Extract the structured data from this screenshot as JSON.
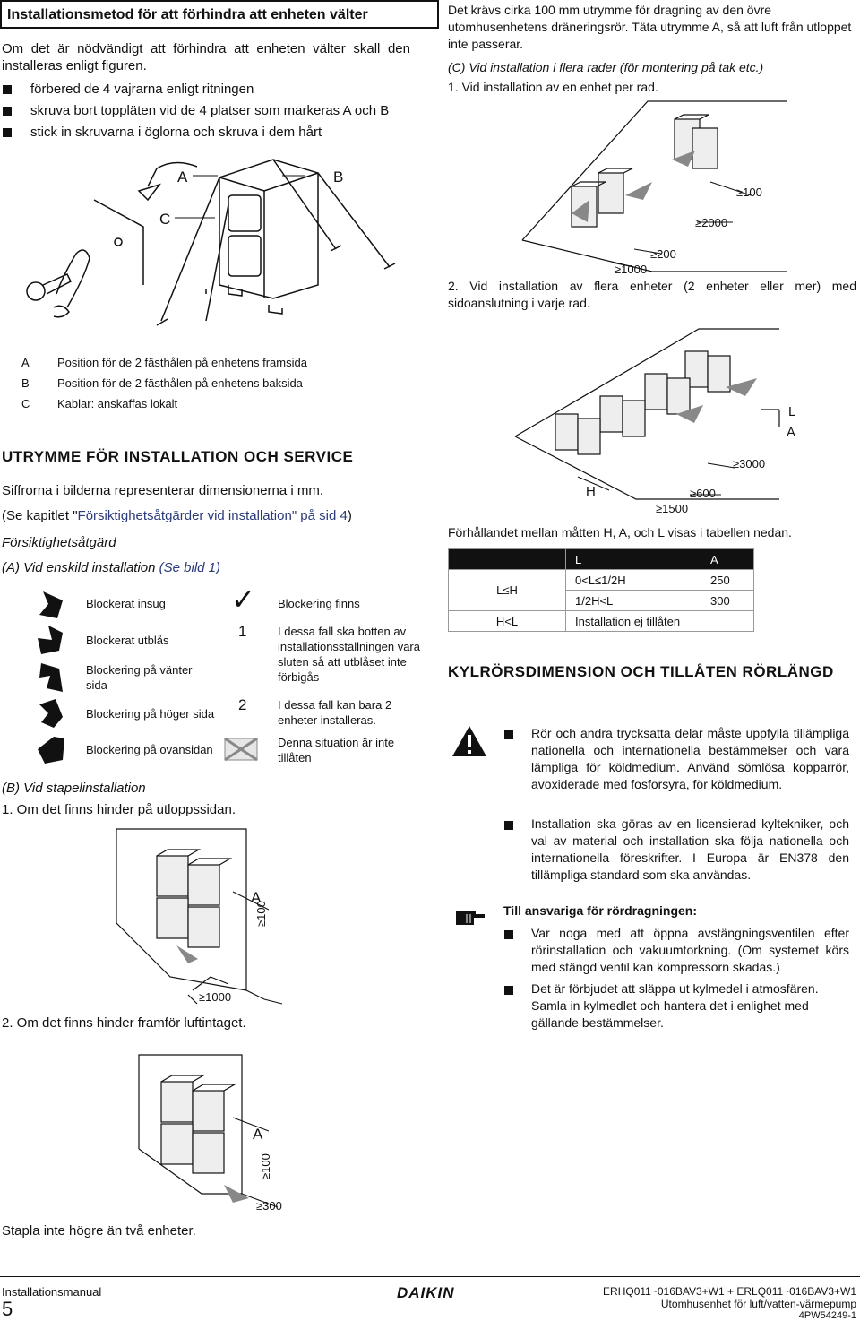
{
  "left": {
    "title": "Installationsmetod för att förhindra att enheten välter",
    "intro": "Om det är nödvändigt att förhindra att enheten välter skall den installeras enligt figuren.",
    "steps": [
      "förbered de 4 vajrarna enligt ritningen",
      "skruva bort toppläten vid de 4 platser som markeras A och B",
      "stick in skruvarna i öglorna och skruva i dem hårt"
    ],
    "fig_labels": {
      "a": "A",
      "b": "B",
      "c": "C"
    },
    "legend": [
      {
        "key": "A",
        "text": "Position för de 2 fästhålen på enhetens framsida"
      },
      {
        "key": "B",
        "text": "Position för de 2 fästhålen på enhetens baksida"
      },
      {
        "key": "C",
        "text": "Kablar: anskaffas lokalt"
      }
    ],
    "section_title": "Utrymme för installation och service",
    "dims_note": "Siffrorna i bilderna representerar dimensionerna i mm.",
    "ref_prefix": "(Se kapitlet \"",
    "ref_link": "Försiktighetsåtgärder vid installation\" på sid 4",
    "ref_suffix": ")",
    "caution": "Försiktighetsåtgärd",
    "single_prefix": "(A) Vid enskild installation ",
    "single_link": "(Se bild 1)",
    "symbols_left": [
      {
        "icon": "blocked-inlet-icon",
        "text": "Blockerat insug"
      },
      {
        "icon": "blocked-outlet-icon",
        "text": "Blockerat utblås"
      },
      {
        "icon": "blocked-left-side-icon",
        "text": "Blockering på vänter sida"
      },
      {
        "icon": "blocked-right-side-icon",
        "text": "Blockering på höger sida"
      },
      {
        "icon": "blocked-top-icon",
        "text": "Blockering på ovansidan"
      }
    ],
    "symbols_right": [
      {
        "mark": "✓",
        "text": "Blockering finns"
      },
      {
        "mark": "1",
        "text": "I dessa fall ska botten av installationsställningen vara sluten så att utblåset inte förbigås"
      },
      {
        "mark": "2",
        "text": "I dessa fall kan bara 2 enheter installeras."
      },
      {
        "mark": "",
        "text": "Denna situation är inte tillåten"
      }
    ],
    "stacked_title": "(B) Vid stapelinstallation",
    "stacked_1": "1.  Om det finns hinder på utloppssidan.",
    "stacked_2": "2.  Om det finns hinder framför luftintaget.",
    "fig1": {
      "a": "A",
      "d100": "≥100",
      "d1000": "≥1000"
    },
    "fig2": {
      "a": "A",
      "d100": "≥100",
      "d300": "≥300"
    },
    "stack_note": "Stapla inte högre än två enheter."
  },
  "right": {
    "para": "Det krävs cirka 100 mm utrymme för dragning av den övre utomhusenhetens dräneringsrör. Täta utrymme A, så att luft från utloppet inte passerar.",
    "rows_title": "(C) Vid installation i flera rader (för montering på tak etc.)",
    "rows_1": "1.  Vid installation av en enhet per rad.",
    "fig3": {
      "d100": "≥100",
      "d2000": "≥2000",
      "d200": "≥200",
      "d1000": "≥1000"
    },
    "rows_2": "2.  Vid installation av flera enheter (2 enheter eller mer) med sidoanslutning i varje rad.",
    "fig4": {
      "l": "L",
      "a": "A",
      "h": "H",
      "d3000": "≥3000",
      "d600": "≥600",
      "d1500": "≥1500"
    },
    "ratio_note": "Förhållandet mellan måtten H, A, och L visas i tabellen nedan.",
    "table": {
      "headers": [
        "",
        "L",
        "A"
      ],
      "r1_label": "L≤H",
      "r1a": [
        "0<L≤1/2H",
        "250"
      ],
      "r1b": [
        "1/2H<L",
        "300"
      ],
      "r2": [
        "H<L",
        "Installation ej tillåten"
      ]
    },
    "section_title": "Kylrörsdimension och tillåten rörlängd",
    "warn_items": [
      "Rör och andra trycksatta delar måste uppfylla tillämpliga nationella och internationella bestämmelser och vara lämpliga för köldmedium. Använd sömlösa kopparrör, avoxiderade med fosforsyra, för köldmedium.",
      "Installation ska göras av en licensierad kyltekniker, och val av material och installation ska följa nationella och internationella föreskrifter. I Europa är EN378 den tillämpliga standard som ska användas."
    ],
    "note_title": "Till ansvariga för rördragningen:",
    "note_items": [
      "Var noga med att öppna avstängningsventilen efter rörinstallation och vakuumtorkning. (Om systemet körs med stängd ventil kan kompressorn skadas.)",
      "Det är förbjudet att släppa ut kylmedel i atmosfären. Samla in kylmedlet och hantera det i enlighet med gällande bestämmelser."
    ]
  },
  "footer": {
    "doc_type": "Installationsmanual",
    "page": "5",
    "brand": "DAIKIN",
    "model": "ERHQ011~016BAV3+W1 + ERLQ011~016BAV3+W1",
    "product": "Utomhusenhet för luft/vatten-värmepump",
    "code": "4PW54249-1"
  }
}
